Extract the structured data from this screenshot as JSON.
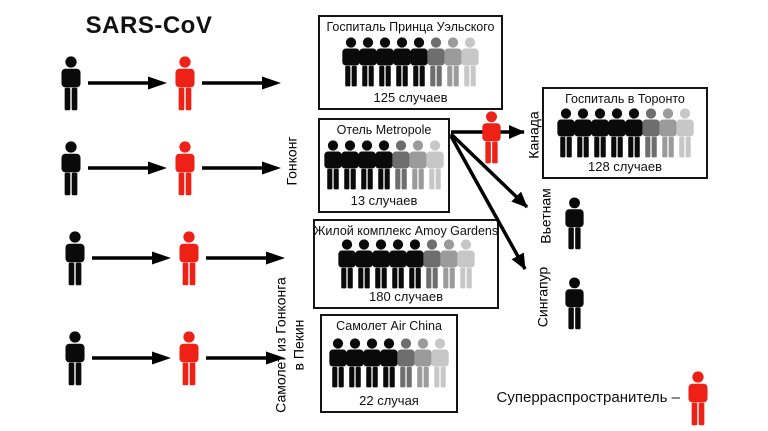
{
  "title": "SARS-CoV",
  "colors": {
    "figure_black": "#0a0a0a",
    "figure_red": "#ee2117",
    "gray_shades": [
      "#6e6e6e",
      "#9b9b9b",
      "#c7c7c7"
    ]
  },
  "routes": {
    "hongkong": "Гонконг",
    "beijing_flight_line1": "Самолет из Гонконга",
    "beijing_flight_line2": "в Пекин"
  },
  "clusters": [
    {
      "title": "Госпиталь Принца Уэльского",
      "cases": "125 случаев",
      "black_figures": 5,
      "gray_figures": 3
    },
    {
      "title": "Отель Metropole",
      "cases": "13 случаев",
      "black_figures": 4,
      "gray_figures": 3
    },
    {
      "title": "Жилой комплекс Amoy Gardens",
      "cases": "180 случаев",
      "black_figures": 5,
      "gray_figures": 3
    },
    {
      "title": "Самолет Air China",
      "cases": "22 случая",
      "black_figures": 4,
      "gray_figures": 3
    }
  ],
  "spread": {
    "canada_label": "Канада",
    "toronto": {
      "title": "Госпиталь в Торонто",
      "cases": "128 случаев",
      "black_figures": 5,
      "gray_figures": 3
    },
    "vietnam_label": "Вьетнам",
    "singapore_label": "Сингапур"
  },
  "legend": {
    "label": "Суперраспространитель –"
  }
}
